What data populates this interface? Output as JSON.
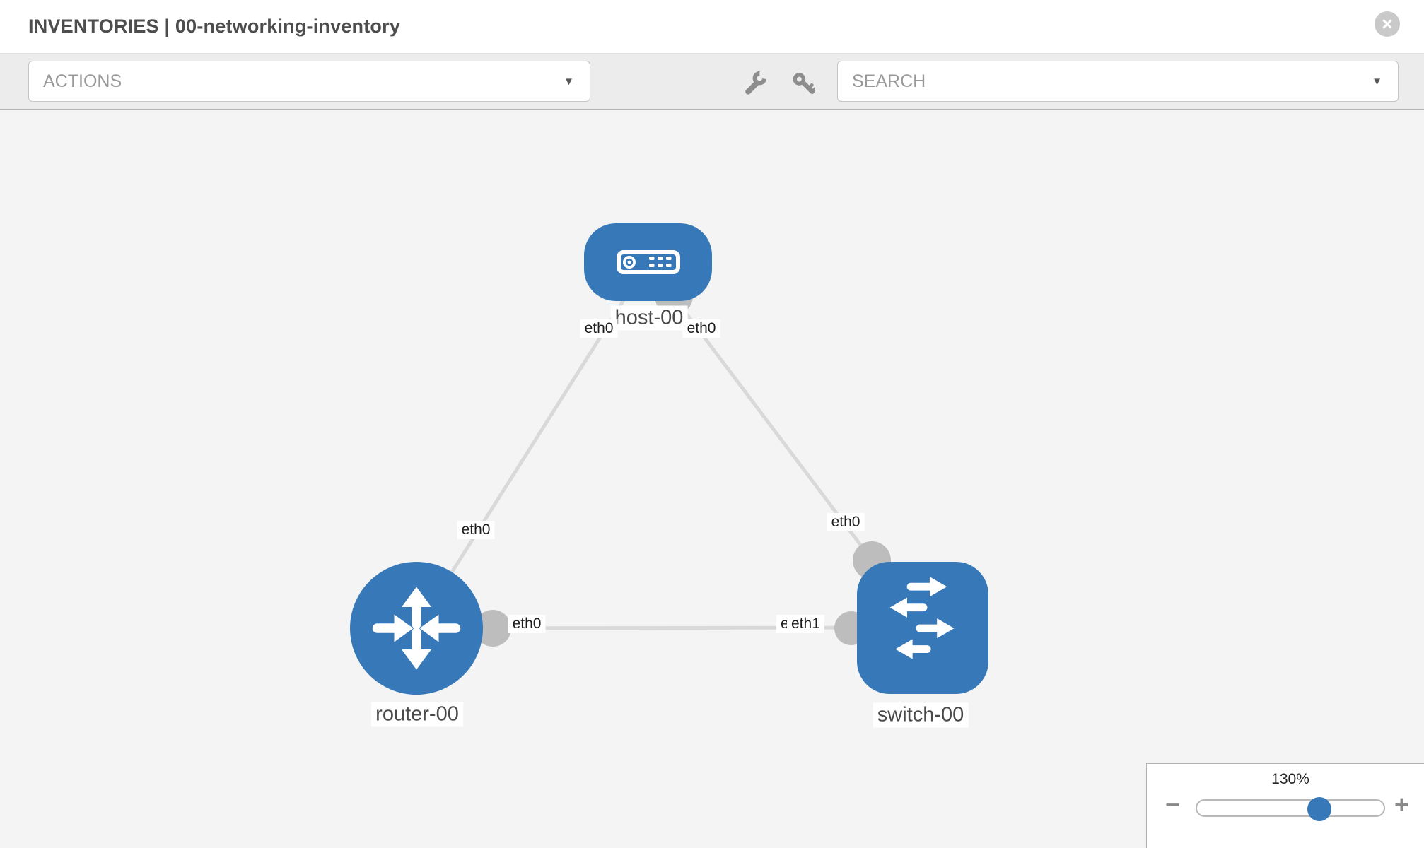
{
  "window": {
    "title": "INVENTORIES | 00-networking-inventory",
    "close_glyph": "×"
  },
  "toolbar": {
    "actions": {
      "label": "ACTIONS",
      "caret": "▼"
    },
    "search": {
      "placeholder": "SEARCH",
      "caret": "▼"
    },
    "tools": [
      "wrench-icon",
      "key-icon"
    ]
  },
  "topology": {
    "nodes": [
      {
        "label": "host-00",
        "type": "host"
      },
      {
        "label": "router-00",
        "type": "router"
      },
      {
        "label": "switch-00",
        "type": "switch"
      }
    ],
    "links": [
      {
        "from": "host-00",
        "from_if": "eth0",
        "to": "router-00",
        "to_if": "eth0"
      },
      {
        "from": "host-00",
        "from_if": "eth0",
        "to": "switch-00",
        "to_if": "eth0"
      },
      {
        "from": "router-00",
        "from_if": "eth0",
        "to": "switch-00",
        "to_if": "eth1"
      }
    ],
    "labels": {
      "host": "host-00",
      "router": "router-00",
      "switch": "switch-00",
      "host_if_left": "eth0",
      "host_if_right": "eth0",
      "router_if_top": "eth0",
      "switch_if_top": "eth0",
      "router_if_right": "eth0",
      "switch_if_left_back": "eth0",
      "switch_if_left_front": "eth1"
    }
  },
  "zoom_control": {
    "level": "130%",
    "zoom_out": "−",
    "zoom_in": "+"
  },
  "colors": {
    "node_blue": "#3779b8",
    "link_gray": "#d9d9d9",
    "interface_gray": "#bdbdbd",
    "canvas_bg": "#f4f4f4"
  }
}
